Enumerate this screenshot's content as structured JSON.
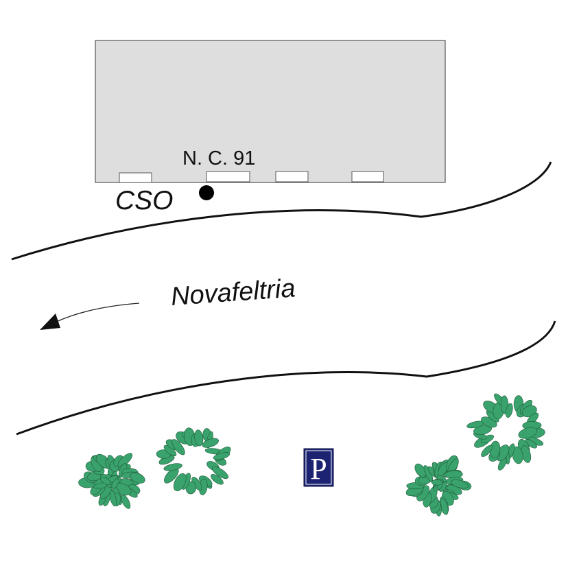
{
  "building": {
    "number_label": "N. C. 91",
    "fill_color": "#dedede",
    "border_color": "#555555"
  },
  "station": {
    "label": "CSO",
    "marker_color": "#000000"
  },
  "road": {
    "name": "Novafeltria",
    "direction": "westbound",
    "edge_color": "#111111"
  },
  "parking": {
    "letter": "P",
    "icon": "parking-icon",
    "bg_color": "#1c2472",
    "fg_color": "#ffffff"
  },
  "vegetation": {
    "icon": "tree-icon",
    "leaf_color": "#3aa26c",
    "leaf_outline": "#1f5a3a",
    "count": 4
  }
}
